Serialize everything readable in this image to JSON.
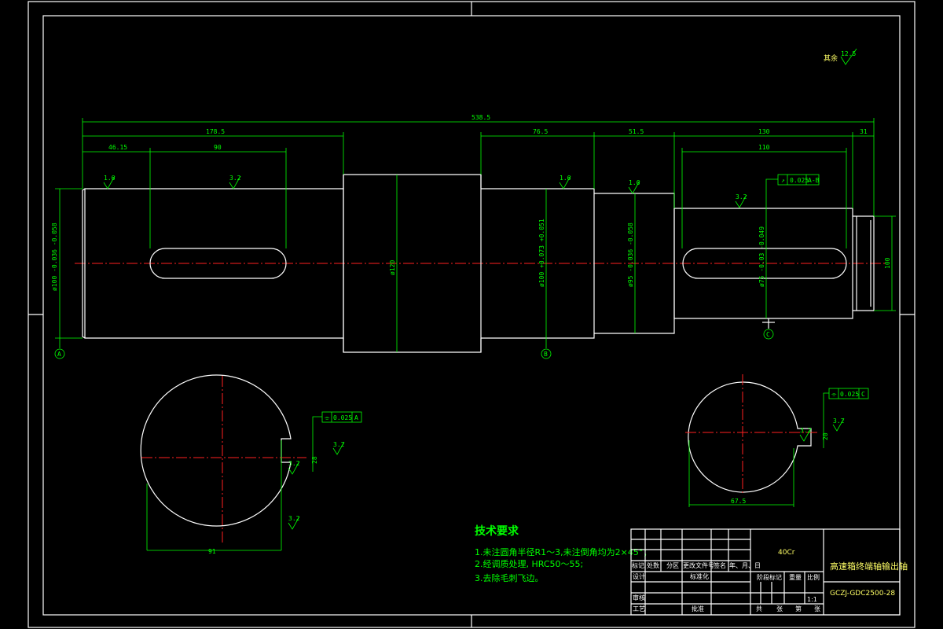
{
  "drawing": {
    "roughness_note": "其余",
    "roughness_note_value": "12.5",
    "datum_a": "A",
    "datum_b": "B",
    "datum_c": "C"
  },
  "dimensions": {
    "overall": "538.5",
    "seg1": "178.5",
    "keyway1_offset": "46.15",
    "keyway1_len": "90",
    "seg_mid": "76.5",
    "seg_b": "51.5",
    "seg_end": "130",
    "seg_end2": "31",
    "keyway2_len": "110",
    "dia1": "ø100  -0.036  -0.058",
    "dia_center": "ø120",
    "dia2": "ø100  +0.073  +0.051",
    "dia3": "ø95  -0.036  -0.058",
    "dia4": "ø75  -0.03  -0.049",
    "end_height": "100",
    "ra_1": "1.6",
    "ra_2": "3.2",
    "ra_3": "1.6",
    "ra_4": "1.6",
    "ra_5": "3.2",
    "ra_6": "3.2",
    "ra_7": "3.2",
    "ra_8": "3.2",
    "runout_1": "0.025",
    "runout_1_ref": "A-B",
    "sym_1": "0.025",
    "sym_1_ref": "A",
    "sym_2": "0.025",
    "sym_2_ref": "C",
    "sec1_width": "28",
    "sec1_depth": "91",
    "sec2_width": "20",
    "sec2_depth": "67.5"
  },
  "technical_requirements": {
    "title": "技术要求",
    "items": [
      "1.未注圆角半径R1～3,未注倒角均为2×45°；",
      "2.经调质处理, HRC50～55;",
      "3.去除毛刺飞边。"
    ]
  },
  "title_block": {
    "material": "40Cr",
    "part_name": "高速箱终端轴输出轴",
    "drawing_no": "GCZJ-GDC2500-28",
    "scale": "1:1",
    "row_labels": [
      "标记",
      "处数",
      "分区",
      "更改文件号",
      "签名",
      "年、月、日"
    ],
    "design": "设计",
    "standard": "标准化",
    "check": "审核",
    "process": "工艺",
    "approve": "批准",
    "stage_label": "阶段标记",
    "weight_label": "重量",
    "scale_label": "比例",
    "sheet_info": [
      "共",
      "张",
      "第",
      "张"
    ]
  }
}
